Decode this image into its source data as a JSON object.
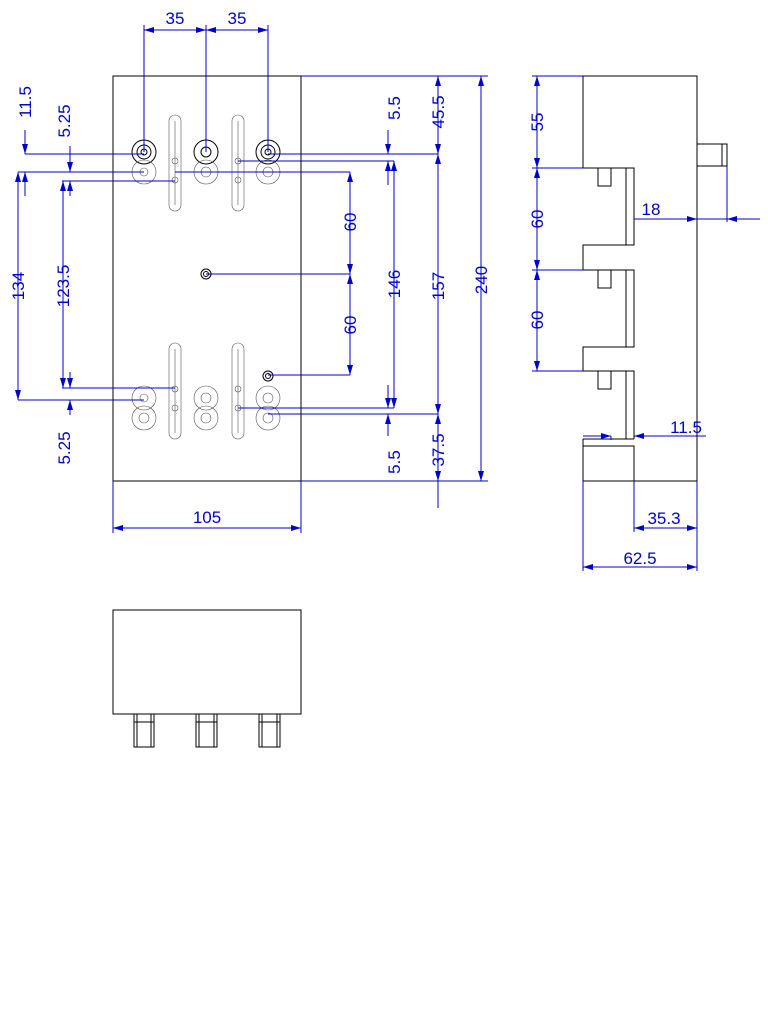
{
  "colors": {
    "part": "#000000",
    "dimension": "#0000cc",
    "hidden": "#555555",
    "background": "#ffffff"
  },
  "dimensions": {
    "top_pitch_left": "35",
    "top_pitch_right": "35",
    "offset_11_5": "11.5",
    "offset_5_25_top": "5.25",
    "span_134": "134",
    "span_123_5": "123.5",
    "offset_5_25_bottom": "5.25",
    "width_105": "105",
    "offset_5_5_top": "5.5",
    "offset_45_5": "45.5",
    "pitch_60_upper": "60",
    "pitch_60_lower": "60",
    "span_146": "146",
    "span_157": "157",
    "height_240": "240",
    "offset_5_5_bottom": "5.5",
    "offset_37_5": "37.5",
    "side_55": "55",
    "side_60_upper": "60",
    "side_18": "18",
    "side_60_lower": "60",
    "side_11_5": "11.5",
    "side_35_3": "35.3",
    "side_62_5": "62.5"
  }
}
